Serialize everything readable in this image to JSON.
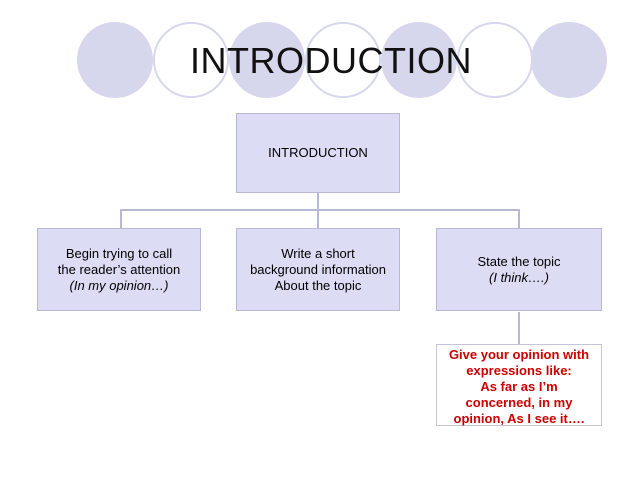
{
  "slide": {
    "title": "INTRODUCTION"
  },
  "diagram": {
    "root": "INTRODUCTION",
    "children": [
      {
        "line1": "Begin trying to call",
        "line2": "the reader’s attention",
        "line3": "(In my opinion…)"
      },
      {
        "line1": "Write a short",
        "line2": "background information",
        "line3": "About the topic"
      },
      {
        "line1": "State the topic",
        "line2": "(I think….)"
      }
    ],
    "opinion": {
      "line1": "Give your opinion with",
      "line2": "expressions like:",
      "line3": "As far as I’m",
      "line4": "concerned, in my",
      "line5": "opinion, As I see it…."
    }
  },
  "colors": {
    "box_fill": "#dcdcf4",
    "circle_fill": "#d6d6ec",
    "opinion_text": "#cc0000"
  }
}
